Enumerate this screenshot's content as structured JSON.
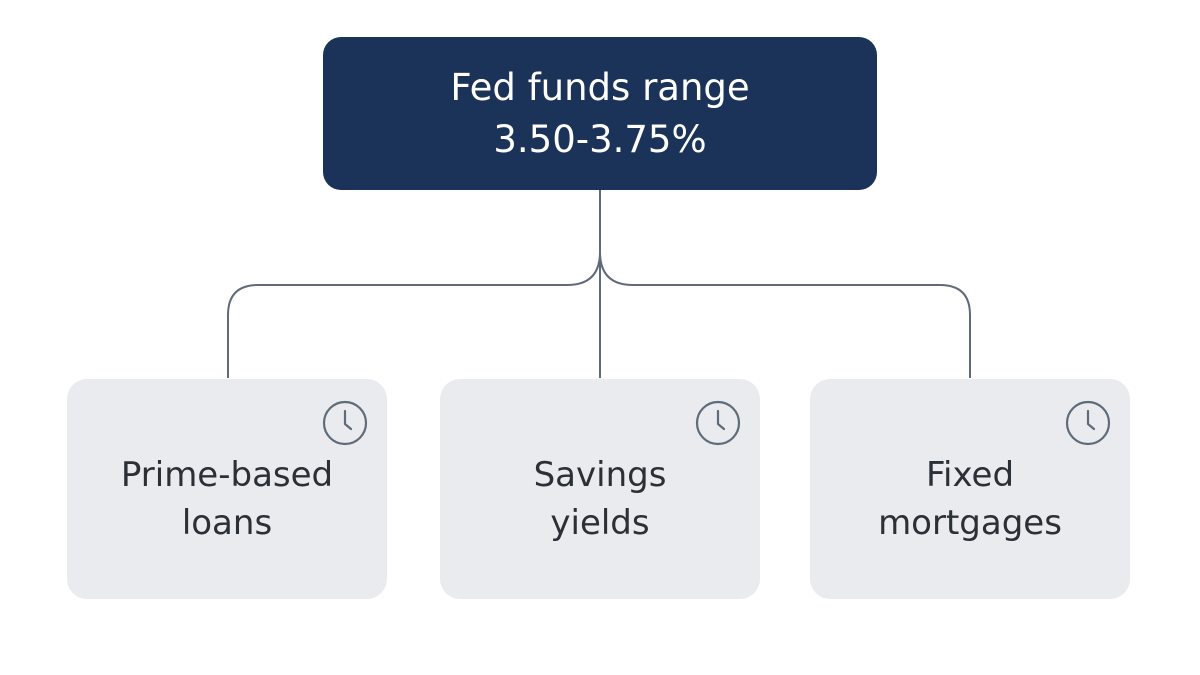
{
  "root": {
    "title": "Fed funds range",
    "value": "3.50-3.75%"
  },
  "children": [
    {
      "line1": "Prime-based",
      "line2": "loans",
      "icon": "clock-icon"
    },
    {
      "line1": "Savings",
      "line2": "yields",
      "icon": "clock-icon"
    },
    {
      "line1": "Fixed",
      "line2": "mortgages",
      "icon": "clock-icon"
    }
  ],
  "colors": {
    "root_fill": "#1c3359",
    "child_fill": "#e9ebee",
    "connector": "#5f6b78",
    "icon": "#5f6b78"
  }
}
